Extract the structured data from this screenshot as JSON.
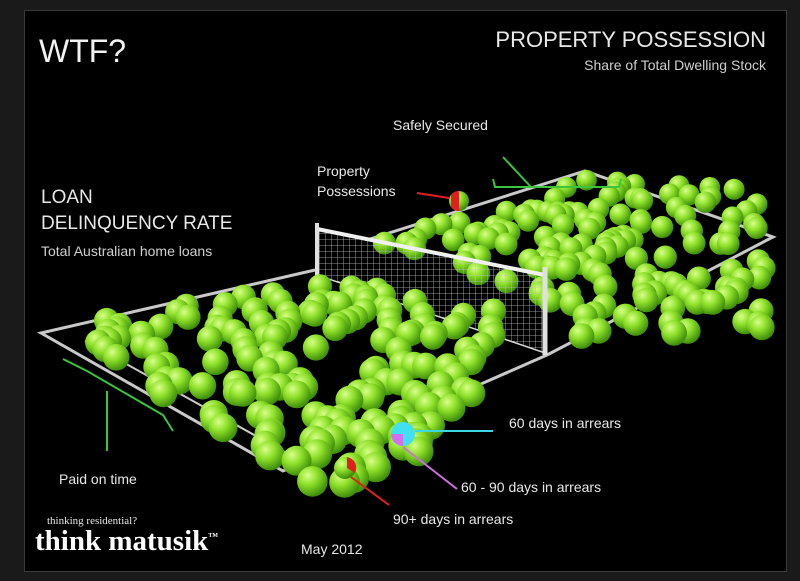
{
  "heading": "WTF?",
  "property": {
    "title": "PROPERTY POSSESSION",
    "subtitle": "Share of Total Dwelling Stock"
  },
  "loan": {
    "title_line1": "LOAN",
    "title_line2": "DELINQUENCY RATE",
    "subtitle": "Total Australian home loans"
  },
  "labels": {
    "safely_secured": "Safely Secured",
    "property_possessions_line1": "Property",
    "property_possessions_line2": "Possessions",
    "days60": "60 days in arrears",
    "days60_90": "60 - 90 days in arrears",
    "days90plus": "90+ days in arrears",
    "paid_on_time": "Paid on time"
  },
  "footer": {
    "tagline": "thinking residential?",
    "brand": "think matusik",
    "trademark": "™",
    "date": "May 2012"
  },
  "colors": {
    "background": "#000000",
    "ball": "#8ee02a",
    "ball_dark": "#3f8f0a",
    "court_line": "#c9c9c9",
    "green_pointer": "#3cc43c",
    "red_pointer": "#e02020",
    "cyan_pointer": "#3ad8e0",
    "pink_pointer": "#d070e0",
    "red_ball": "#e02020",
    "cyan_ball": "#40e0f0",
    "pink_ball": "#d070f0"
  }
}
